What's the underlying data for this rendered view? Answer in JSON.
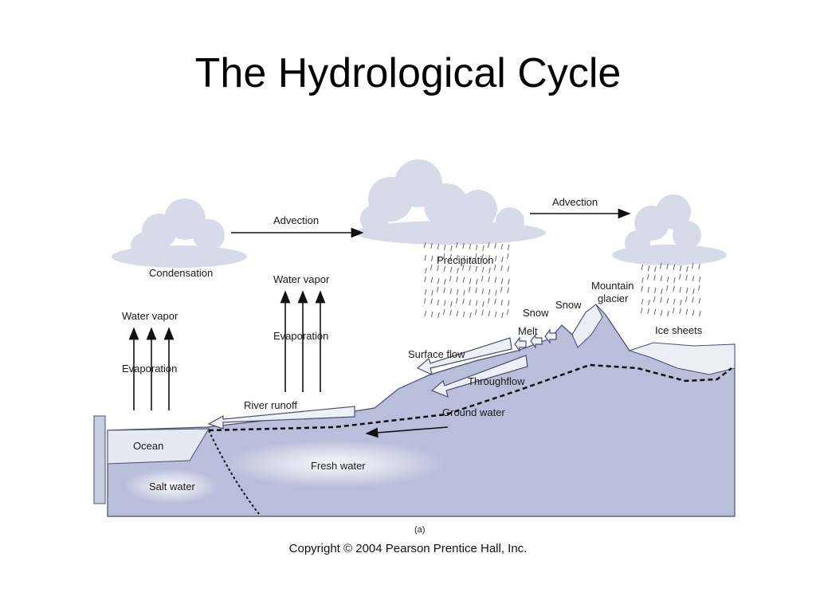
{
  "title": "The Hydrological Cycle",
  "labels": {
    "advection_left": "Advection",
    "advection_right": "Advection",
    "condensation": "Condensation",
    "precipitation": "Precipitation",
    "water_vapor_left": "Water vapor",
    "water_vapor_mid": "Water vapor",
    "evaporation_left": "Evaporation",
    "evaporation_mid": "Evaporation",
    "mountain": "Mountain",
    "glacier": "glacier",
    "snow_left": "Snow",
    "snow_right": "Snow",
    "melt": "Melt",
    "ice_sheets": "Ice sheets",
    "surface_flow": "Surface flow",
    "throughflow": "Throughflow",
    "river_runoff": "River runoff",
    "ground_water": "Ground water",
    "ocean": "Ocean",
    "fresh_water": "Fresh water",
    "salt_water": "Salt water",
    "panel": "(a)"
  },
  "copyright": "Copyright © 2004 Pearson Prentice Hall, Inc.",
  "colors": {
    "land": "#b9bfdb",
    "land_edge": "#4a4f6a",
    "ocean": "#c9cde3",
    "cloud": "#d7dae8",
    "ice": "#e8ebf5"
  }
}
